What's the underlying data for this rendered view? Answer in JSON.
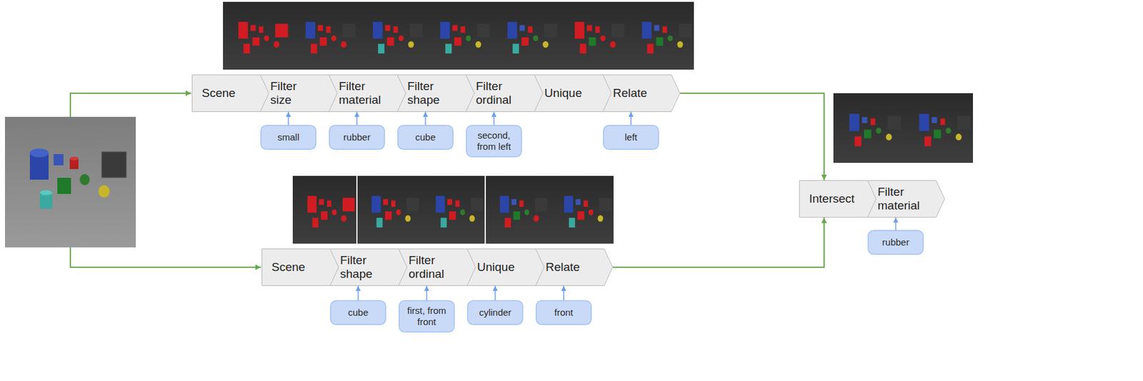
{
  "diagram": {
    "nodes": [
      {
        "text": [
          "Scene"
        ]
      },
      {
        "text": [
          "Filter size"
        ]
      },
      {
        "text": [
          "Filter material"
        ]
      },
      {
        "text": [
          "Filter shape"
        ]
      },
      {
        "text": [
          "Filter ordinal"
        ]
      },
      {
        "text": [
          "Unique"
        ]
      },
      {
        "text": [
          "Relate"
        ]
      },
      {
        "text": [
          "small"
        ]
      },
      {
        "text": [
          "rubber"
        ]
      },
      {
        "text": [
          "cube"
        ]
      },
      {
        "text": [
          "second, from left"
        ]
      },
      {
        "text": [
          "left"
        ]
      },
      {
        "text": [
          "Scene"
        ]
      },
      {
        "text": [
          "Filter shape"
        ]
      },
      {
        "text": [
          "Filter ordinal"
        ]
      },
      {
        "text": [
          "Unique"
        ]
      },
      {
        "text": [
          "Relate"
        ]
      },
      {
        "text": [
          "cube"
        ]
      },
      {
        "text": [
          "first, from front"
        ]
      },
      {
        "text": [
          "cylinder"
        ]
      },
      {
        "text": [
          "front"
        ]
      },
      {
        "text": [
          "Intersect"
        ]
      },
      {
        "text": [
          "Filter material"
        ]
      },
      {
        "text": [
          "rubber"
        ]
      }
    ],
    "edges": [
      {
        "from": 7,
        "to": 1,
        "arrow": "to"
      },
      {
        "from": 8,
        "to": 2,
        "arrow": "to"
      },
      {
        "from": 9,
        "to": 3,
        "arrow": "to"
      },
      {
        "from": 10,
        "to": 4,
        "arrow": "to"
      },
      {
        "from": 11,
        "to": 6,
        "arrow": "to"
      },
      {
        "from": 17,
        "to": 13,
        "arrow": "to"
      },
      {
        "from": 18,
        "to": 14,
        "arrow": "to"
      },
      {
        "from": 19,
        "to": 15,
        "arrow": "to"
      },
      {
        "from": 20,
        "to": 16,
        "arrow": "to"
      },
      {
        "from": 6,
        "to": 21,
        "arrow": "to"
      },
      {
        "from": 16,
        "to": 21,
        "arrow": "to"
      },
      {
        "from": 23,
        "to": 22,
        "arrow": "to"
      }
    ]
  }
}
